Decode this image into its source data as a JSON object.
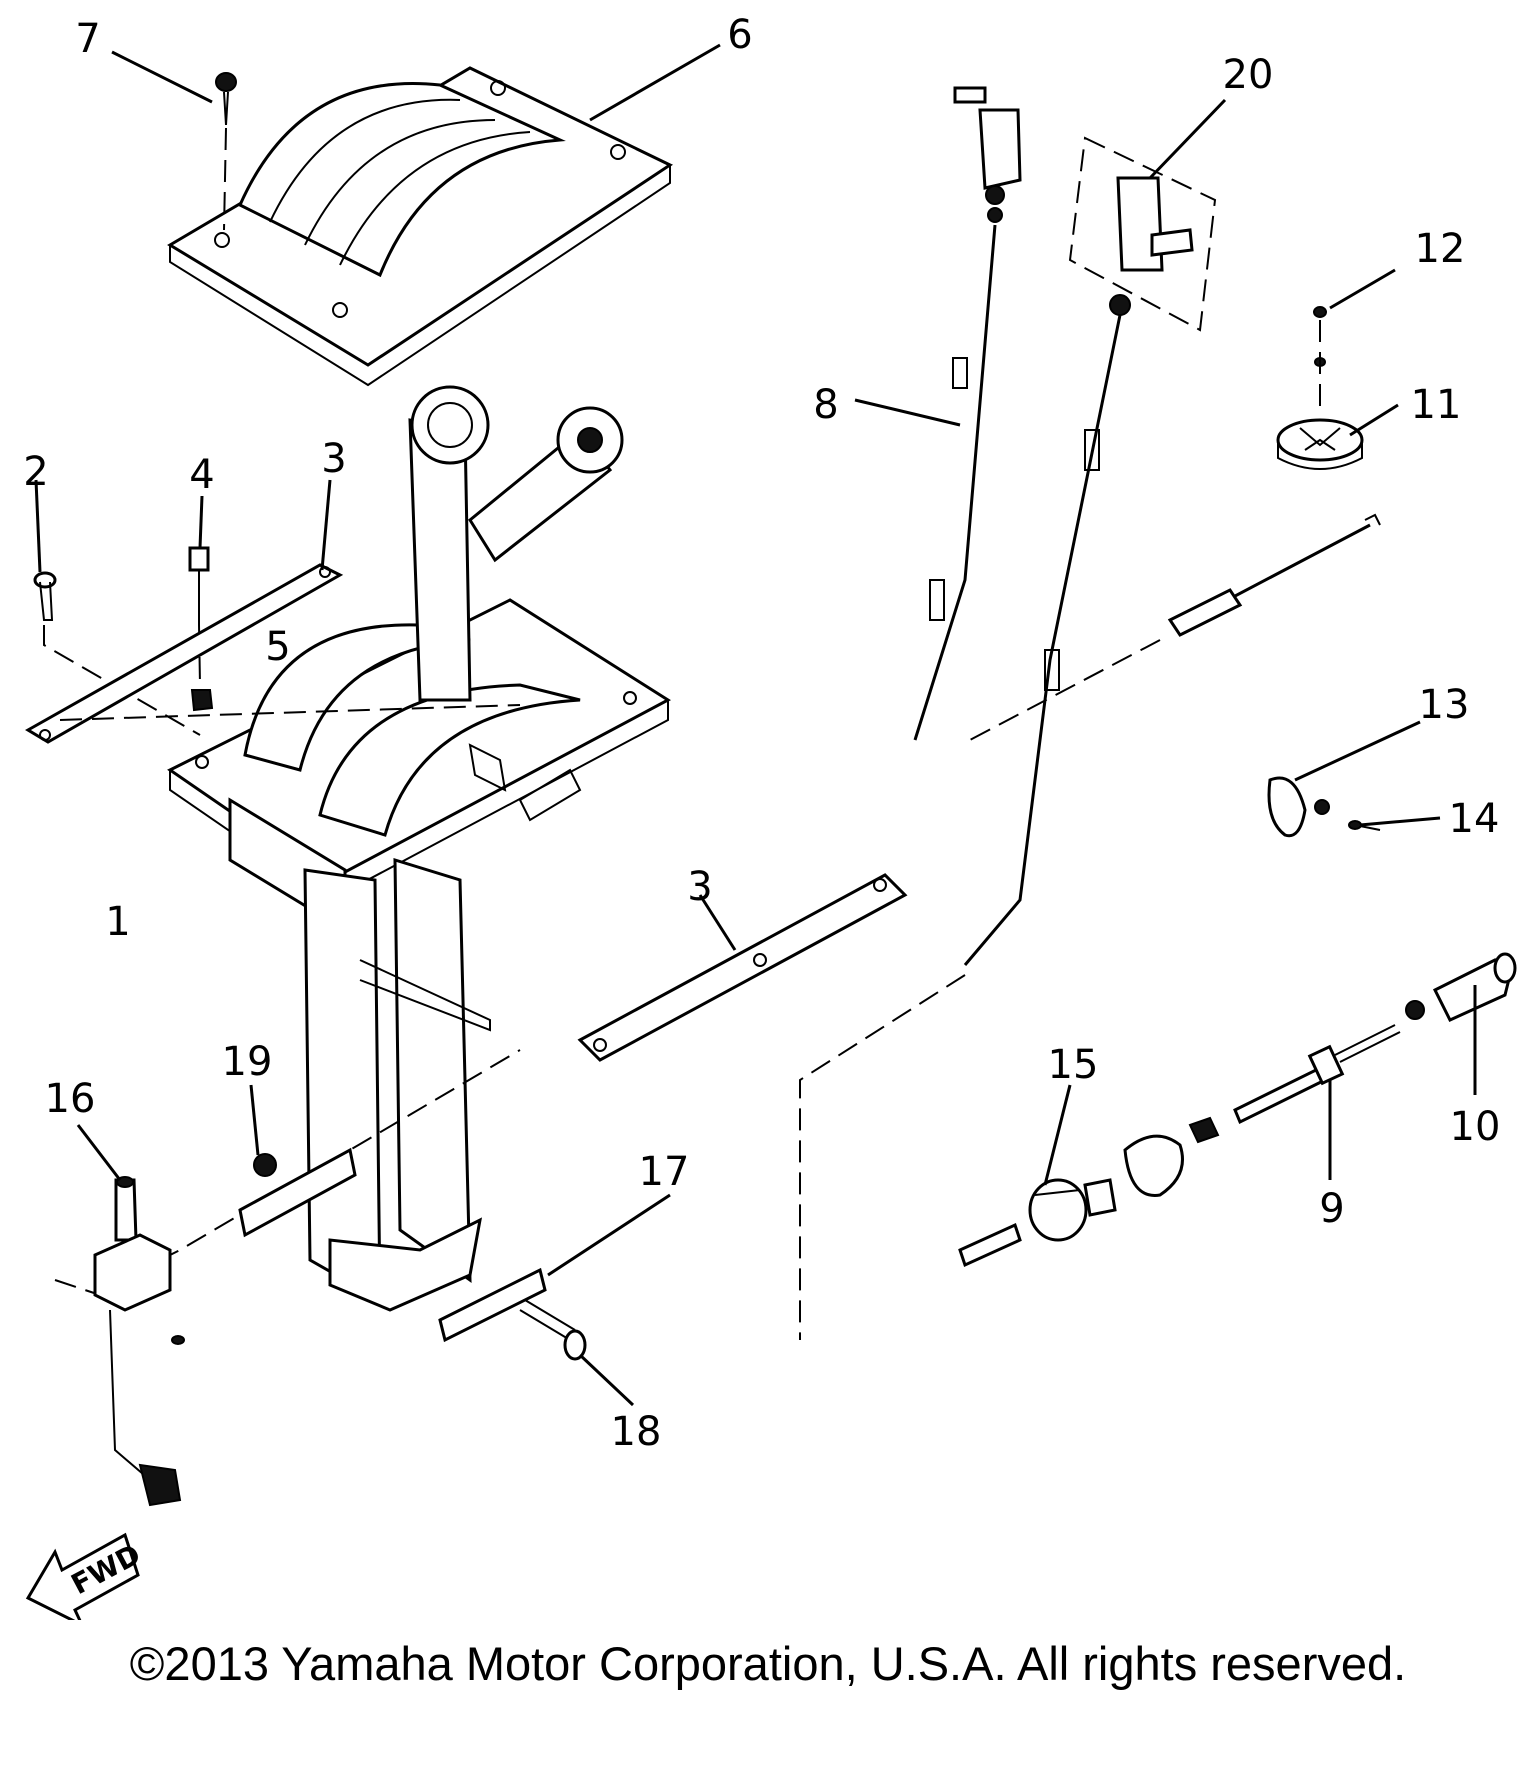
{
  "diagram": {
    "callouts": [
      {
        "id": "1",
        "label": "1"
      },
      {
        "id": "2",
        "label": "2"
      },
      {
        "id": "3a",
        "label": "3"
      },
      {
        "id": "3b",
        "label": "3"
      },
      {
        "id": "4",
        "label": "4"
      },
      {
        "id": "5",
        "label": "5"
      },
      {
        "id": "6",
        "label": "6"
      },
      {
        "id": "7",
        "label": "7"
      },
      {
        "id": "8",
        "label": "8"
      },
      {
        "id": "9",
        "label": "9"
      },
      {
        "id": "10",
        "label": "10"
      },
      {
        "id": "11",
        "label": "11"
      },
      {
        "id": "12",
        "label": "12"
      },
      {
        "id": "13",
        "label": "13"
      },
      {
        "id": "14",
        "label": "14"
      },
      {
        "id": "15",
        "label": "15"
      },
      {
        "id": "16",
        "label": "16"
      },
      {
        "id": "17",
        "label": "17"
      },
      {
        "id": "18",
        "label": "18"
      },
      {
        "id": "19",
        "label": "19"
      },
      {
        "id": "20",
        "label": "20"
      }
    ],
    "fwd_label": "FWD"
  },
  "footer": {
    "copyright": "©2013 Yamaha Motor Corporation, U.S.A. All rights reserved."
  }
}
